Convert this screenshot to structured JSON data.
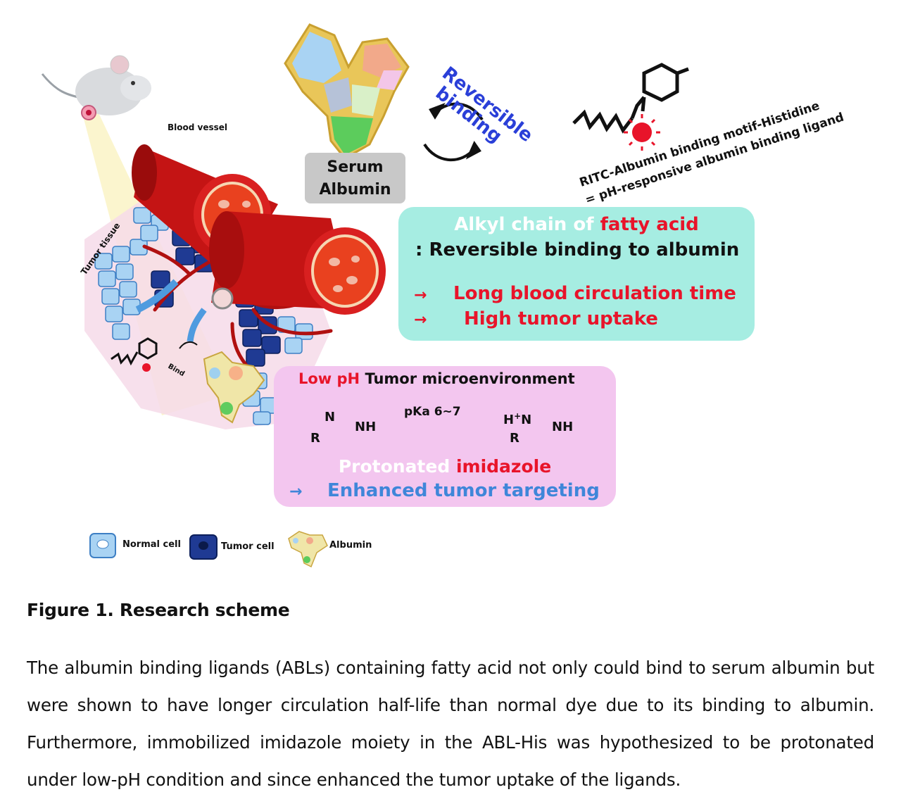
{
  "figure": {
    "labels": {
      "reversible_binding_1": "Reversible",
      "reversible_binding_2": "binding",
      "serum_albumin_1": "Serum",
      "serum_albumin_2": "Albumin",
      "ligand_1": "RITC-Albumin binding motif-Histidine",
      "ligand_2": "= pH-responsive albumin binding ligand",
      "blood_vessel": "Blood vessel",
      "tumor_tissue": "Tumor tissue",
      "bind": "Bind"
    },
    "cyan_box": {
      "line1_white": "Alkyl chain of ",
      "line1_red": "fatty acid",
      "line2": ": Reversible binding to albumin",
      "arrow": "→",
      "line3": "Long blood circulation time",
      "line4": "High tumor uptake"
    },
    "pink_box": {
      "title_red": "Low pH",
      "title_black": " Tumor microenvironment",
      "pka": "pKa 6~7",
      "left_n": "N",
      "left_nh": "NH",
      "left_r": "R",
      "right_h": "H",
      "right_plus": "+",
      "right_n": "N",
      "right_nh": "NH",
      "right_r": "R",
      "protonated_white": "Protonated ",
      "protonated_red": "imidazole",
      "arrow": "→",
      "targeting": "Enhanced tumor targeting"
    },
    "legend": {
      "normal_cell": "Normal cell",
      "tumor_cell": "Tumor cell",
      "albumin": "Albumin"
    },
    "colors": {
      "vessel_red": "#c41414",
      "cyan_box": "#a6ede2",
      "pink_box": "#f3c6ef",
      "accent_red": "#e8142a",
      "accent_blue": "#3f86d9",
      "reversible_blue": "#2a3fd8"
    }
  },
  "caption": {
    "title": "Figure 1. Research scheme",
    "body": "The albumin binding ligands (ABLs) containing fatty acid not only could bind to serum albumin but were shown to have longer circulation half-life than normal dye due to its binding to albumin. Furthermore, immobilized imidazole moiety in the ABL-His was hypothesized to be protonated under low-pH condition and since enhanced the tumor uptake of the ligands."
  }
}
